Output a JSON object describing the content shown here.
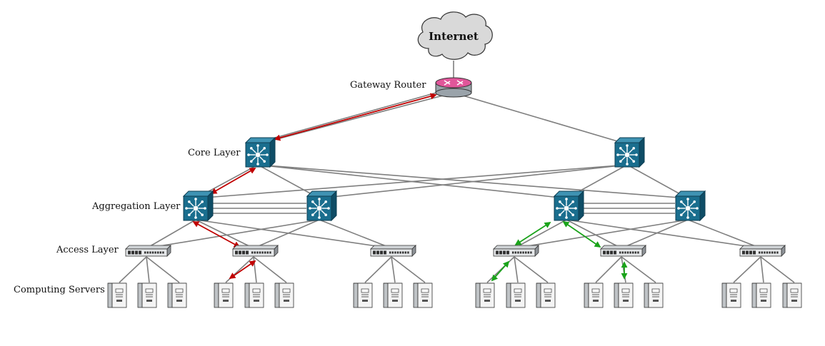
{
  "labels": {
    "internet": "Internet",
    "gateway_router": "Gateway Router",
    "core_layer": "Core Layer",
    "aggregation_layer": "Aggregation Layer",
    "access_layer": "Access Layer",
    "computing_servers": "Computing Servers"
  },
  "colors": {
    "link": "#7f7f7f",
    "switch_face": "#1a6e8e",
    "router_top": "#e0569a",
    "cloud_fill": "#d9d9d9",
    "red_path": "#c00000",
    "green_path": "#1aa31a"
  },
  "topology": {
    "core_switches": 2,
    "aggregation_switches": 4,
    "access_switches": 6,
    "servers_per_access_switch": 3
  },
  "highlighted_paths": [
    {
      "color": "red",
      "hops": [
        "server",
        "access-switch",
        "aggregation-switch",
        "core-switch",
        "gateway-router"
      ]
    },
    {
      "color": "green",
      "hops": [
        "server",
        "access-switch",
        "aggregation-switch",
        "access-switch",
        "server"
      ]
    }
  ]
}
